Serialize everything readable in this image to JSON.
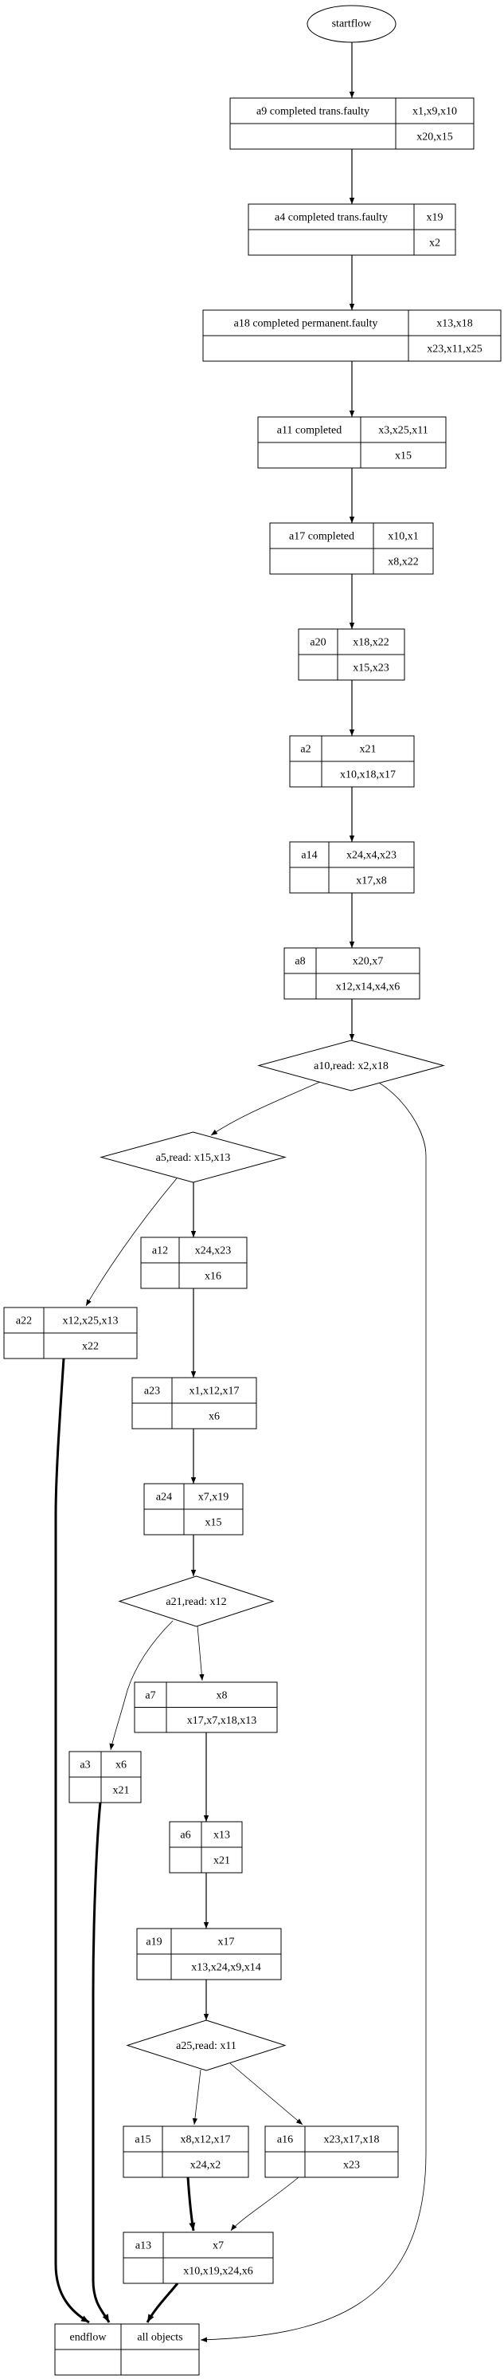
{
  "title": "process flow graph",
  "colors": {
    "stroke": "#000000",
    "background": "#ffffff",
    "text": "#000000"
  },
  "nodes": {
    "startflow": {
      "kind": "ellipse",
      "label": "startflow"
    },
    "a9": {
      "kind": "record",
      "label": "a9  completed trans.faulty",
      "write": "x1,x9,x10",
      "read": "x20,x15"
    },
    "a4": {
      "kind": "record",
      "label": "a4  completed trans.faulty",
      "write": "x19",
      "read": "x2"
    },
    "a18": {
      "kind": "record",
      "label": "a18  completed permanent.faulty",
      "write": "x13,x18",
      "read": "x23,x11,x25"
    },
    "a11": {
      "kind": "record",
      "label": "a11  completed",
      "write": "x3,x25,x11",
      "read": "x15"
    },
    "a17": {
      "kind": "record",
      "label": "a17  completed",
      "write": "x10,x1",
      "read": "x8,x22"
    },
    "a20": {
      "kind": "record",
      "label": "a20",
      "write": "x18,x22",
      "read": "x15,x23"
    },
    "a2": {
      "kind": "record",
      "label": "a2",
      "write": "x21",
      "read": "x10,x18,x17"
    },
    "a14": {
      "kind": "record",
      "label": "a14",
      "write": "x24,x4,x23",
      "read": "x17,x8"
    },
    "a8": {
      "kind": "record",
      "label": "a8",
      "write": "x20,x7",
      "read": "x12,x14,x4,x6"
    },
    "a10": {
      "kind": "diamond",
      "label": "a10,read: x2,x18"
    },
    "a5": {
      "kind": "diamond",
      "label": "a5,read: x15,x13"
    },
    "a12": {
      "kind": "record",
      "label": "a12",
      "write": "x24,x23",
      "read": "x16"
    },
    "a22": {
      "kind": "record",
      "label": "a22",
      "write": "x12,x25,x13",
      "read": "x22"
    },
    "a23": {
      "kind": "record",
      "label": "a23",
      "write": "x1,x12,x17",
      "read": "x6"
    },
    "a24": {
      "kind": "record",
      "label": "a24",
      "write": "x7,x19",
      "read": "x15"
    },
    "a21": {
      "kind": "diamond",
      "label": "a21,read: x12"
    },
    "a7": {
      "kind": "record",
      "label": "a7",
      "write": "x8",
      "read": "x17,x7,x18,x13"
    },
    "a3": {
      "kind": "record",
      "label": "a3",
      "write": "x6",
      "read": "x21"
    },
    "a6": {
      "kind": "record",
      "label": "a6",
      "write": "x13",
      "read": "x21"
    },
    "a19": {
      "kind": "record",
      "label": "a19",
      "write": "x17",
      "read": "x13,x24,x9,x14"
    },
    "a25": {
      "kind": "diamond",
      "label": "a25,read: x11"
    },
    "a15": {
      "kind": "record",
      "label": "a15",
      "write": "x8,x12,x17",
      "read": "x24,x2"
    },
    "a16": {
      "kind": "record",
      "label": "a16",
      "write": "x23,x17,x18",
      "read": "x23"
    },
    "a13": {
      "kind": "record",
      "label": "a13",
      "write": "x7",
      "read": "x10,x19,x24,x6"
    },
    "endflow": {
      "kind": "record",
      "label": "endflow",
      "write": "all objects",
      "read": ""
    }
  },
  "edges": [
    {
      "from": "startflow",
      "to": "a9",
      "weight": "normal"
    },
    {
      "from": "a9",
      "to": "a4",
      "weight": "normal"
    },
    {
      "from": "a4",
      "to": "a18",
      "weight": "normal"
    },
    {
      "from": "a18",
      "to": "a11",
      "weight": "normal"
    },
    {
      "from": "a11",
      "to": "a17",
      "weight": "normal"
    },
    {
      "from": "a17",
      "to": "a20",
      "weight": "normal"
    },
    {
      "from": "a20",
      "to": "a2",
      "weight": "normal"
    },
    {
      "from": "a2",
      "to": "a14",
      "weight": "normal"
    },
    {
      "from": "a14",
      "to": "a8",
      "weight": "normal"
    },
    {
      "from": "a8",
      "to": "a10",
      "weight": "normal"
    },
    {
      "from": "a10",
      "to": "a5",
      "weight": "thin"
    },
    {
      "from": "a10",
      "to": "endflow",
      "weight": "thin"
    },
    {
      "from": "a5",
      "to": "a12",
      "weight": "normal"
    },
    {
      "from": "a5",
      "to": "a22",
      "weight": "thin"
    },
    {
      "from": "a12",
      "to": "a23",
      "weight": "normal"
    },
    {
      "from": "a22",
      "to": "endflow",
      "weight": "bold"
    },
    {
      "from": "a23",
      "to": "a24",
      "weight": "normal"
    },
    {
      "from": "a24",
      "to": "a21",
      "weight": "normal"
    },
    {
      "from": "a21",
      "to": "a7",
      "weight": "thin"
    },
    {
      "from": "a21",
      "to": "a3",
      "weight": "thin"
    },
    {
      "from": "a7",
      "to": "a6",
      "weight": "normal"
    },
    {
      "from": "a3",
      "to": "endflow",
      "weight": "bold"
    },
    {
      "from": "a6",
      "to": "a19",
      "weight": "normal"
    },
    {
      "from": "a19",
      "to": "a25",
      "weight": "normal"
    },
    {
      "from": "a25",
      "to": "a15",
      "weight": "thin"
    },
    {
      "from": "a25",
      "to": "a16",
      "weight": "thin"
    },
    {
      "from": "a15",
      "to": "a13",
      "weight": "bold"
    },
    {
      "from": "a16",
      "to": "a13",
      "weight": "thin"
    },
    {
      "from": "a13",
      "to": "endflow",
      "weight": "bold"
    }
  ]
}
